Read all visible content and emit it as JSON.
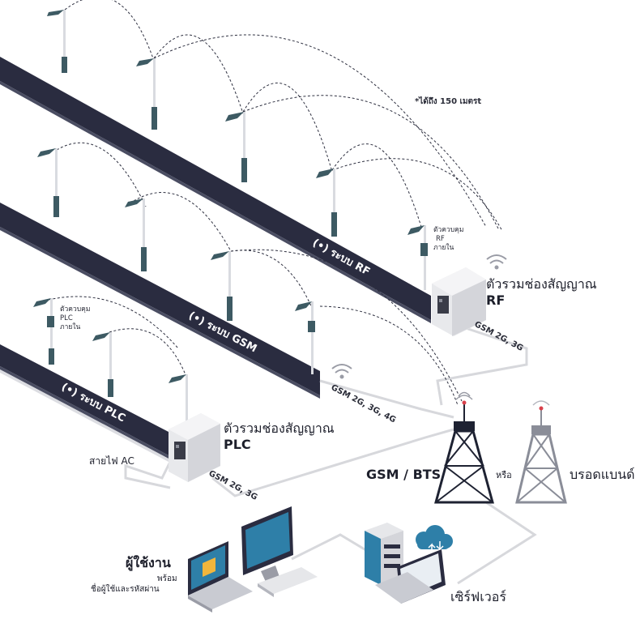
{
  "ribbons": {
    "rf": "(•) ระบบ RF",
    "gsm": "(•) ระบบ GSM",
    "plc": "(•) ระบบ PLC"
  },
  "labels": {
    "range_note": "*ได้ถึง 150 เมตรt",
    "internal_rf_controller": [
      "ตัวควบคุม",
      "RF",
      "ภายใน"
    ],
    "internal_plc_controller": [
      "ตัวควบคุม",
      "PLC",
      "ภายใน"
    ],
    "rf_concentrator": [
      "ตัวรวมช่องสัญญาณ",
      "RF"
    ],
    "plc_concentrator": [
      "ตัวรวมช่องสัญญาณ",
      "PLC"
    ],
    "ac_power_line": "สายไฟ AC",
    "link_rf": "GSM 2G, 3G",
    "link_gsm": "GSM 2G, 3G, 4G",
    "link_plc": "GSM 2G, 3G",
    "gsm_bts": "GSM / BTS",
    "or": "หรือ",
    "broadband": "บรอดแบนด์",
    "server": "เซิร์ฟเวอร์",
    "user": "ผู้ใช้งาน",
    "user_sub1": "พร้อม",
    "user_sub2": "ชื่อผู้ใช้และรหัสผ่าน"
  },
  "colors": {
    "ribbon": "#2a2c40",
    "pole_head": "#3d5a63",
    "tower_dark": "#1e2232",
    "tower_light": "#8a8d98",
    "beacon": "#d9414b",
    "screen": "#2e7fa8",
    "cloud": "#2e7fa8"
  }
}
